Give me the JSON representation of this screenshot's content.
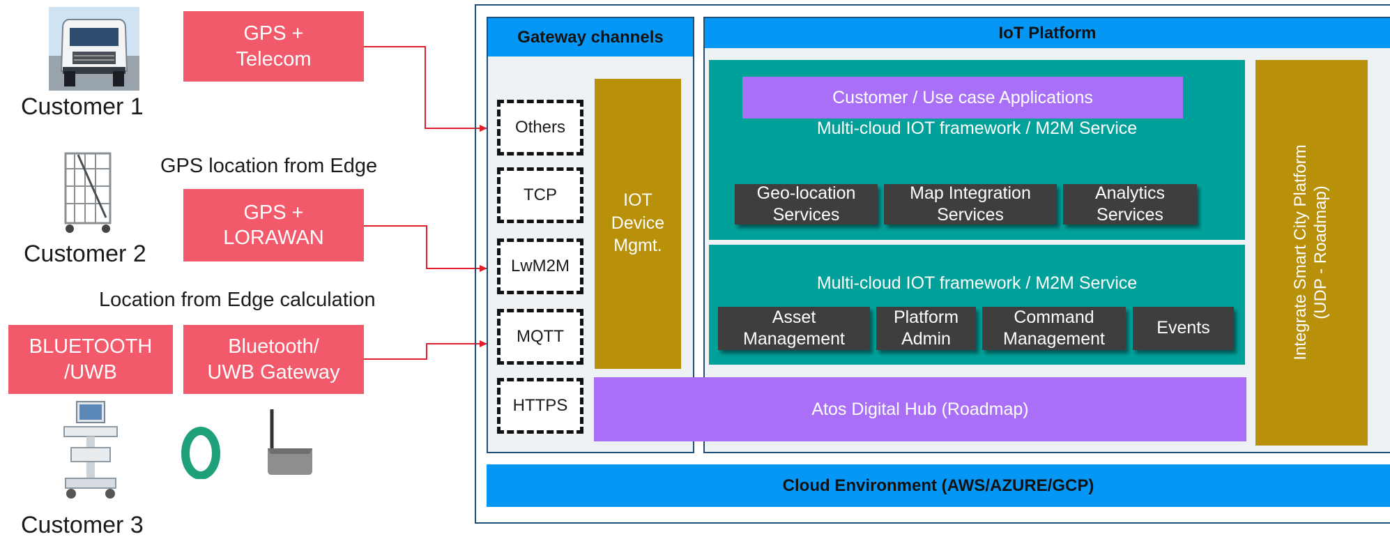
{
  "customers": [
    {
      "label": "Customer 1",
      "device_label": "GPS +\nTelecom",
      "icon": "truck-icon"
    },
    {
      "label": "Customer 2",
      "device_label": "GPS +\nLORAWAN",
      "icon": "cart-icon",
      "note": "GPS location from Edge"
    },
    {
      "label": "Customer 3",
      "device_label": "Bluetooth/\nUWB Gateway",
      "device_label_2": "BLUETOOTH\n/UWB",
      "icon": "medical-cart-icon",
      "note": "Location from Edge calculation"
    }
  ],
  "gateway": {
    "title": "Gateway channels",
    "channels": [
      "Others",
      "TCP",
      "LwM2M",
      "MQTT",
      "HTTPS"
    ],
    "device_mgmt": "IOT\nDevice\nMgmt."
  },
  "platform": {
    "title": "IoT Platform",
    "top": {
      "apps": "Customer / Use case Applications",
      "framework": "Multi-cloud IOT framework / M2M Service",
      "services": [
        "Geo-location\nServices",
        "Map Integration\nServices",
        "Analytics\nServices"
      ]
    },
    "middle": {
      "framework": "Multi-cloud IOT framework / M2M Service",
      "services": [
        "Asset\nManagement",
        "Platform\nAdmin",
        "Command\nManagement",
        "Events"
      ]
    },
    "hub": "Atos Digital Hub (Roadmap)",
    "smart_city": "Integrate Smart City Platform\n(UDP - Roadmap)"
  },
  "cloud": "Cloud Environment (AWS/AZURE/GCP)",
  "colors": {
    "pink": "#f25a6b",
    "blue": "#0597f5",
    "teal": "#00a19a",
    "olive": "#b8900a",
    "purple": "#a970f7",
    "arrow": "#e01e2e"
  }
}
